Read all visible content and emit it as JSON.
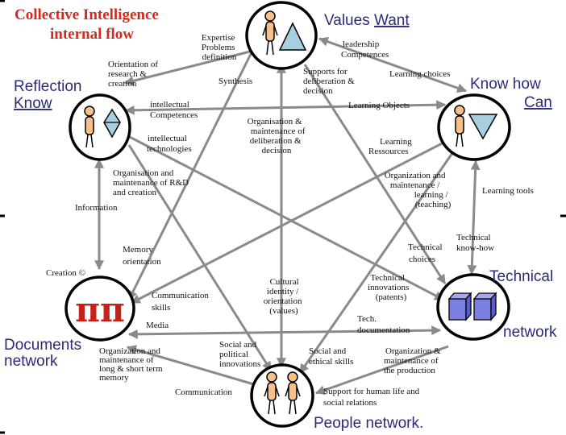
{
  "title": {
    "line1": "Collective Intelligence",
    "line2": "internal flow"
  },
  "nodes": {
    "values": {
      "title": "Values",
      "title2": "Want"
    },
    "reflection": {
      "title": "Reflection",
      "title2": "Know"
    },
    "knowhow": {
      "title": "Know how",
      "title2": "Can"
    },
    "technical": {
      "title": "Technical",
      "title2": "network"
    },
    "documents": {
      "title": "Documents",
      "title2": "network",
      "glyph": "ππ"
    },
    "people": {
      "title": "People network."
    }
  },
  "labels": {
    "expertise": [
      "Expertise",
      "Problems",
      "definition"
    ],
    "leadership": [
      "leadership",
      "Competences"
    ],
    "orientation_research": [
      "Orientation of",
      "research &",
      "creation"
    ],
    "learning_choices": "Learning choices",
    "synthesis": "Synthesis",
    "supports_deliberation": [
      "Supports  for",
      "deliberation &",
      "decision"
    ],
    "intellectual_competences": [
      "intellectual",
      "Competences"
    ],
    "learning_objects": "Learning Objects",
    "org_deliberation": [
      "Organisation &",
      "maintenance of",
      "deliberation  &",
      "decision"
    ],
    "intellectual_technologies": [
      "intellectual",
      "technologies"
    ],
    "learning_ressources": [
      "Learning",
      "Ressources"
    ],
    "org_rd": [
      "Organisation and",
      "maintenance of R&D",
      "and creation"
    ],
    "org_learning": [
      "Organization and",
      "maintenance /",
      "learning /",
      "(teaching)"
    ],
    "learning_tools": "Learning tools",
    "information": "Information",
    "memory_orientation": [
      "Memory",
      "orientation"
    ],
    "technical_choices": [
      "Technical",
      "choices"
    ],
    "technical_knowhow": [
      "Technical",
      "know-how"
    ],
    "creation": "Creation ©",
    "cultural_identity": [
      "Cultural",
      "identity /",
      "orientation",
      "(values)"
    ],
    "technical_innovations": [
      "Technical",
      "innovations",
      "(patents)"
    ],
    "communication_skills": [
      "Communication",
      "skills"
    ],
    "media": "Media",
    "tech_documentation": [
      "Tech.",
      "documentation"
    ],
    "org_memory": [
      "Organization and",
      "maintenance of",
      "long & short term",
      "memory"
    ],
    "social_political": [
      "Social and",
      "political",
      "innovations"
    ],
    "social_ethical": [
      "Social and",
      "ethical skills"
    ],
    "org_production": [
      "Organization &",
      "maintenance of",
      "the production"
    ],
    "communication": "Communication",
    "support_human": [
      "Support  for human life and",
      "social relations"
    ]
  },
  "colors": {
    "edge": "#8a8a8a",
    "title": "#d42a1e",
    "node_title": "#2b2b7a",
    "figure": "#f5c08a",
    "triangle": "#a8cfe0",
    "cube": "#7b7fe0",
    "pi": "#c8201a"
  }
}
